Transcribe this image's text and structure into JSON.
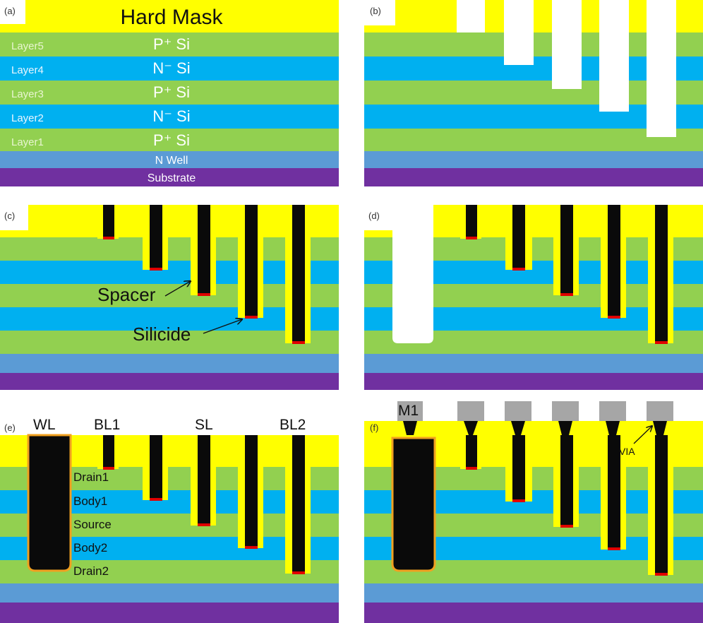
{
  "colors": {
    "hard_mask": "#ffff00",
    "p_plus_si": "#92d050",
    "n_minus_si": "#00b0f0",
    "n_well": "#5b9bd5",
    "substrate": "#7030a0",
    "fill": "#0a0a0a",
    "silicide": "#e00000",
    "metal": "#a6a6a6",
    "wl_liner": "#f0a020"
  },
  "panel_a": {
    "label": "(a)",
    "hard_mask": "Hard Mask",
    "layers": [
      {
        "name": "Layer5",
        "material": "P⁺ Si"
      },
      {
        "name": "Layer4",
        "material": "N⁻ Si"
      },
      {
        "name": "Layer3",
        "material": "P⁺ Si"
      },
      {
        "name": "Layer2",
        "material": "N⁻ Si"
      },
      {
        "name": "Layer1",
        "material": "P⁺ Si"
      }
    ],
    "n_well": "N Well",
    "substrate": "Substrate"
  },
  "panel_b": {
    "label": "(b)"
  },
  "panel_c": {
    "label": "(c)",
    "spacer": "Spacer",
    "silicide": "Silicide"
  },
  "panel_d": {
    "label": "(d)"
  },
  "panel_e": {
    "label": "(e)",
    "wl": "WL",
    "bl1": "BL1",
    "sl": "SL",
    "bl2": "BL2",
    "regions": [
      "Drain1",
      "Body1",
      "Source",
      "Body2",
      "Drain2"
    ]
  },
  "panel_f": {
    "label": "(f)",
    "m1": "M1",
    "via": "VIA"
  }
}
